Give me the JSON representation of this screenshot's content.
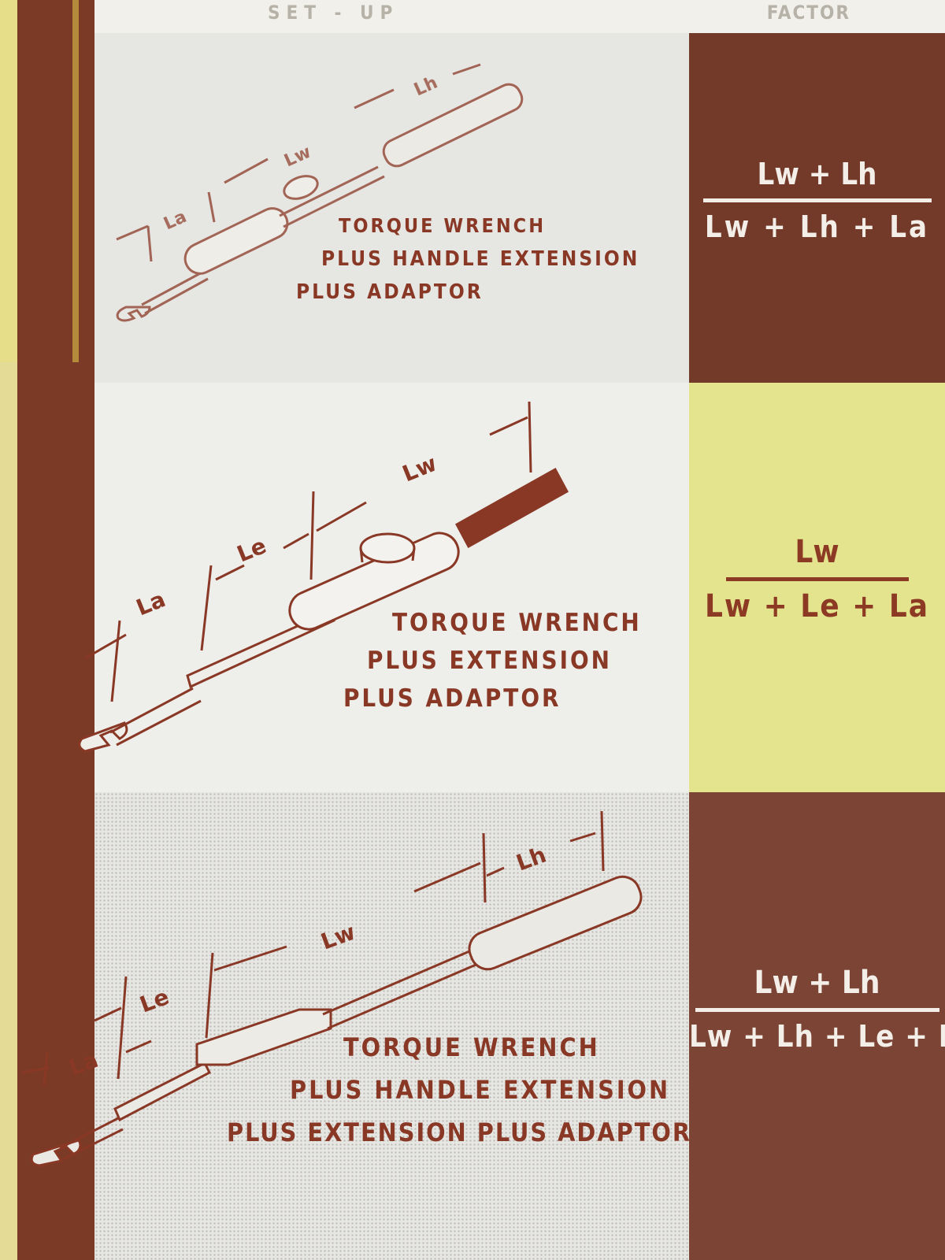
{
  "header": {
    "left_text": "SET - UP",
    "right_text": "FACTOR"
  },
  "rows": [
    {
      "caption_lines": [
        "TORQUE  WRENCH",
        "PLUS  HANDLE  EXTENSION",
        "PLUS  ADAPTOR"
      ],
      "dimensions": [
        "La",
        "Lw",
        "Lh"
      ],
      "formula": {
        "numerator": "Lw + Lh",
        "denominator": "Lw + Lh + La"
      }
    },
    {
      "caption_lines": [
        "TORQUE  WRENCH",
        "PLUS  EXTENSION",
        "PLUS  ADAPTOR"
      ],
      "dimensions": [
        "La",
        "Le",
        "Lw"
      ],
      "formula": {
        "numerator": "Lw",
        "denominator": "Lw + Le + La"
      }
    },
    {
      "caption_lines": [
        "TORQUE  WRENCH",
        "PLUS  HANDLE  EXTENSION",
        "PLUS  EXTENSION  PLUS  ADAPTOR"
      ],
      "dimensions": [
        "La",
        "Le",
        "Lw",
        "Lh"
      ],
      "formula": {
        "numerator": "Lw + Lh",
        "denominator": "Lw + Lh + Le + L"
      }
    }
  ],
  "colors": {
    "brown": "#733a2a",
    "yellow": "#e4e48e",
    "ink": "#8a3826",
    "page": "#ecebe5"
  }
}
